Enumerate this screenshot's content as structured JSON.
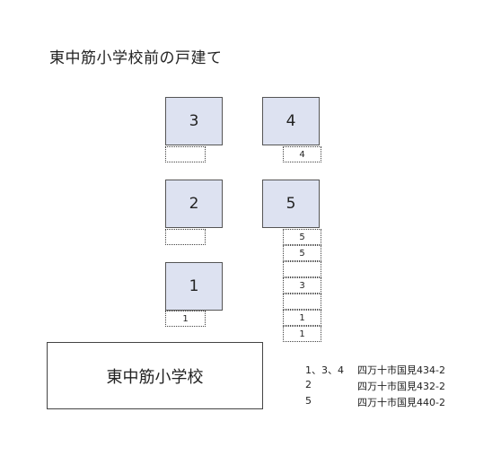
{
  "title": "東中筋小学校前の戸建て",
  "houses": [
    {
      "id": "h3",
      "label": "3"
    },
    {
      "id": "h4",
      "label": "4"
    },
    {
      "id": "h2",
      "label": "2"
    },
    {
      "id": "h5",
      "label": "5"
    },
    {
      "id": "h1",
      "label": "1"
    }
  ],
  "parking": [
    {
      "id": "p3",
      "label": ""
    },
    {
      "id": "p4",
      "label": "4"
    },
    {
      "id": "p2",
      "label": ""
    },
    {
      "id": "p1",
      "label": "1"
    },
    {
      "id": "s1",
      "label": "5"
    },
    {
      "id": "s2",
      "label": "5"
    },
    {
      "id": "s3",
      "label": ""
    },
    {
      "id": "s4",
      "label": "3"
    },
    {
      "id": "s5",
      "label": ""
    },
    {
      "id": "s6",
      "label": "1"
    },
    {
      "id": "s7",
      "label": "1"
    }
  ],
  "school": {
    "label": "東中筋小学校"
  },
  "addresses": [
    {
      "keys": "1、3、4",
      "address": "四万十市国見434-2"
    },
    {
      "keys": "2",
      "address": "四万十市国見432-2"
    },
    {
      "keys": "5",
      "address": "四万十市国見440-2"
    }
  ]
}
